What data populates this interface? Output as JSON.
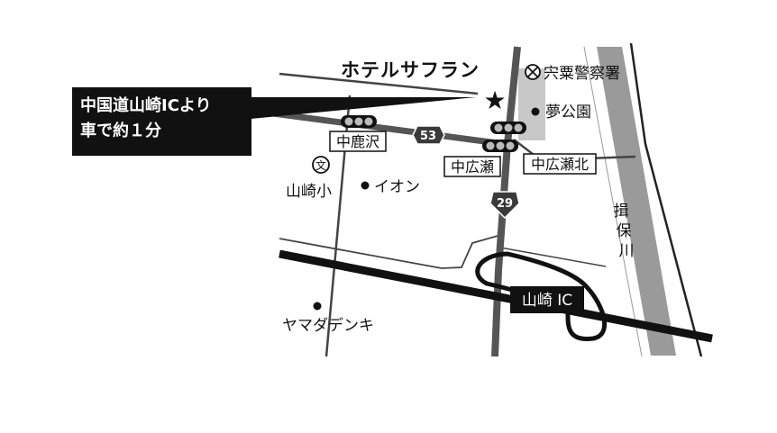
{
  "hotel_name": "ホテルサフラン",
  "access_note": {
    "line1": "中国道山崎ICより",
    "line2": "車で約１分"
  },
  "route_shields": {
    "national": "53",
    "prefectural": "29"
  },
  "intersections": {
    "nakashikasawa": "中鹿沢",
    "nakahirose": "中広瀬",
    "nakahirose_kita": "中広瀬北"
  },
  "places": {
    "police": "宍粟警察署",
    "park": "夢公園",
    "aeon": "イオン",
    "school": "山崎小",
    "school_symbol": "文",
    "yamada": "ヤマダデンキ"
  },
  "interchange": "山崎 IC",
  "river": [
    "揖",
    "保",
    "川"
  ],
  "colors": {
    "road": "#111111",
    "river": "#9a9a9a",
    "minor_road": "#555555",
    "label_box": "#111111"
  }
}
